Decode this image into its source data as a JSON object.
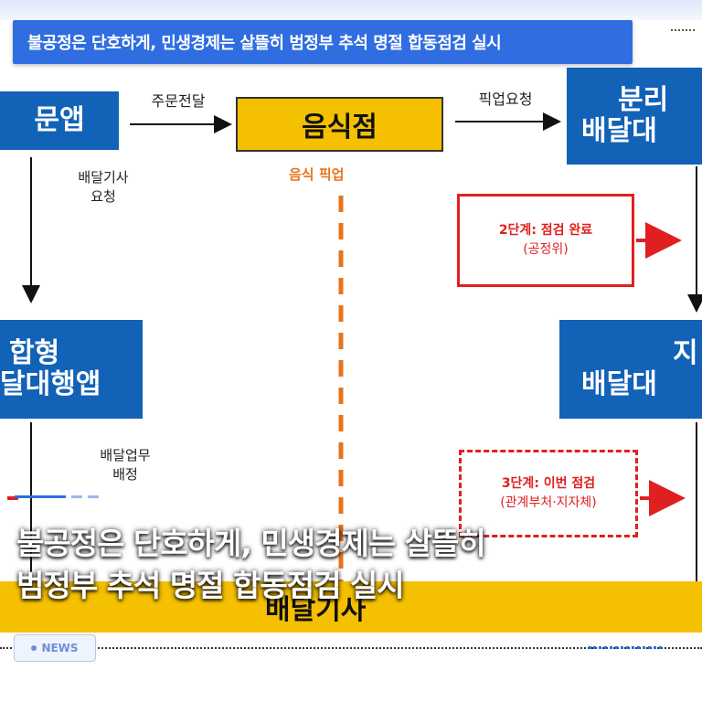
{
  "header": {
    "banner_text": "불공정은 단호하게, 민생경제는 살뜰히 범정부 추석 명절 합동점검 실시"
  },
  "diagram": {
    "order_app": "문앱",
    "restaurant": "음식점",
    "separate_delivery_line1": "분리",
    "separate_delivery_line2": "배달대",
    "integrated_app_line1": "합형",
    "integrated_app_line2": "달대행앱",
    "local_delivery_line1": "지",
    "local_delivery_line2": "배달대",
    "bottom_box": "배달기사",
    "arrow_order_transfer": "주문전달",
    "arrow_pickup_request": "픽업요청",
    "food_pickup": "음식 픽업",
    "driver_request_line1": "배달기사",
    "driver_request_line2": "요청",
    "delivery_assign_line1": "배달업무",
    "delivery_assign_line2": "배정",
    "step2_title": "2단계: 점검 완료",
    "step2_sub": "(공정위)",
    "step3_title": "3단계: 이번 점검",
    "step3_sub": "(관계부처·지자체)"
  },
  "overlay": {
    "title_line1": "불공정은 단호하게, 민생경제는 살뜰히",
    "title_line2": "범정부 추석 명절 합동점검 실시",
    "progress_fraction": 0.5
  },
  "footer": {
    "badge_label": "NEWS",
    "badge_icon": "dot-icon"
  },
  "colors": {
    "banner_blue": "#2f6de0",
    "diagram_blue": "#1262b8",
    "gold": "#f5c000",
    "red": "#e02020",
    "orange": "#e8731a"
  }
}
